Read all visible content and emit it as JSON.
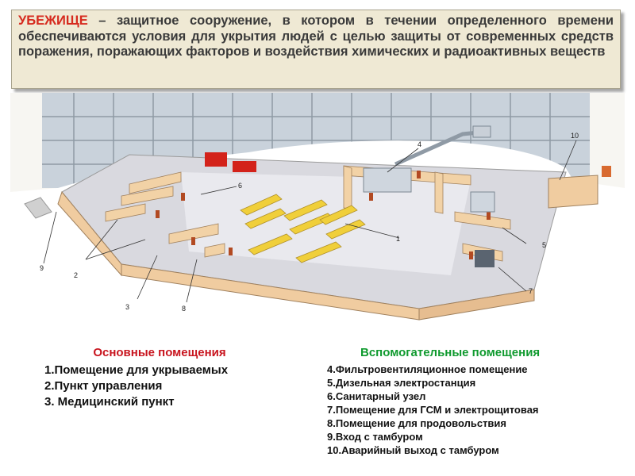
{
  "definition": {
    "term": "УБЕЖИЩЕ",
    "text": " – защитное сооружение, в котором в течении определенного времени обеспечиваются  условия для укрытия людей с целью защиты от современных средств поражения, поражающих факторов и воздействия химических и радиоактивных веществ"
  },
  "diagram": {
    "labels": [
      "1",
      "2",
      "3",
      "4",
      "5",
      "6",
      "7",
      "8",
      "9",
      "10"
    ]
  },
  "main_rooms": {
    "heading": "Основные помещения",
    "items": [
      "1.Помещение для укрываемых",
      "2.Пункт управления",
      "3. Медицинский пункт"
    ]
  },
  "aux_rooms": {
    "heading": "Вспомогательные помещения",
    "items": [
      "4.Фильтровентиляционное помещение",
      "5.Дизельная электростанция",
      "6.Санитарный узел",
      "7.Помещение для ГСМ и электрощитовая",
      "8.Помещение для продовольствия",
      "9.Вход с тамбуром",
      "10.Аварийный выход с тамбуром"
    ]
  },
  "colors": {
    "term": "#d62a1e",
    "main_heading": "#c8141e",
    "aux_heading": "#0f9a2e",
    "wall": "#f2d2a6",
    "floor": "#e9e9ee",
    "bench": "#f0cf3a",
    "door": "#b24a22",
    "red_unit": "#d3221a"
  }
}
